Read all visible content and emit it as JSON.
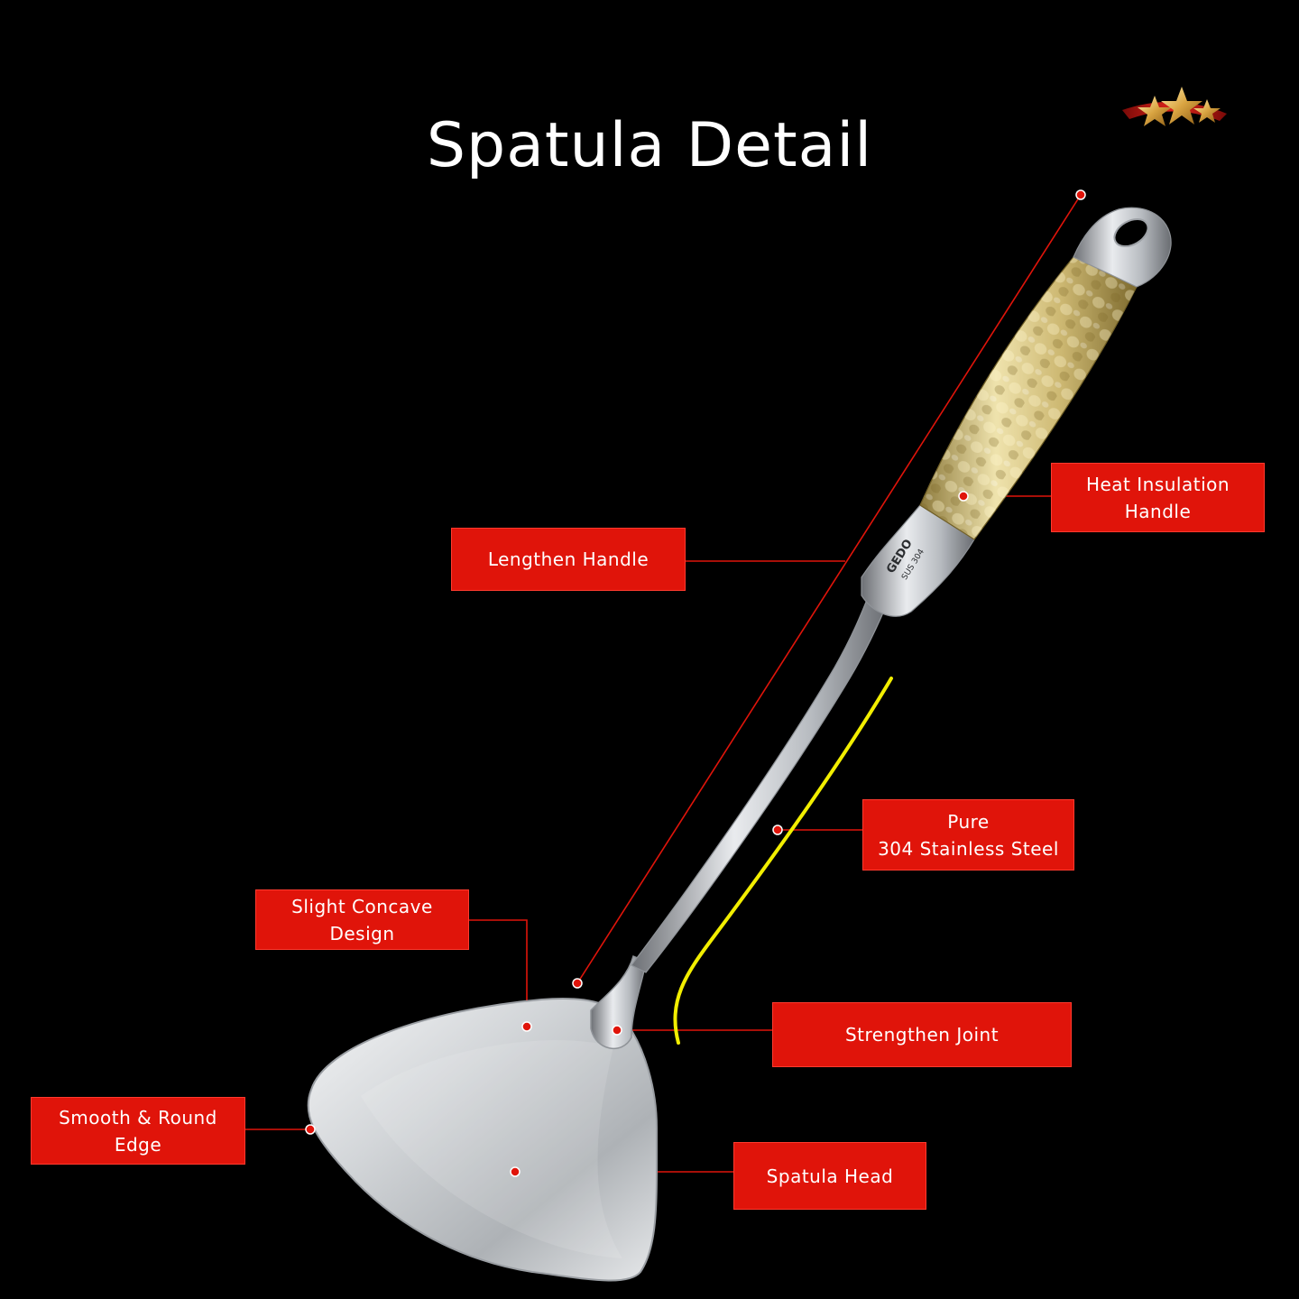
{
  "title": "Spatula Detail",
  "brand": {
    "icon": "stars-ribbon-logo"
  },
  "spatula": {
    "handle_material": "hammered gold handle",
    "engraving": [
      "GEDO",
      "SUS 304"
    ]
  },
  "callouts": {
    "lengthen_handle": "Lengthen Handle",
    "heat_insulation_line1": "Heat Insulation",
    "heat_insulation_line2": "Handle",
    "pure_steel_line1": "Pure",
    "pure_steel_line2": "304 Stainless Steel",
    "slight_concave": "Slight Concave Design",
    "strengthen_joint": "Strengthen Joint",
    "smooth_edge_line1": "Smooth & Round",
    "smooth_edge_line2": "Edge",
    "spatula_head": "Spatula Head"
  },
  "colors": {
    "background": "#000000",
    "callout_red": "#e0140a",
    "leader_red": "#e0140a",
    "highlight_yellow": "#f2ee00",
    "steel": "#c9ccd0",
    "gold": "#c9b46a"
  }
}
